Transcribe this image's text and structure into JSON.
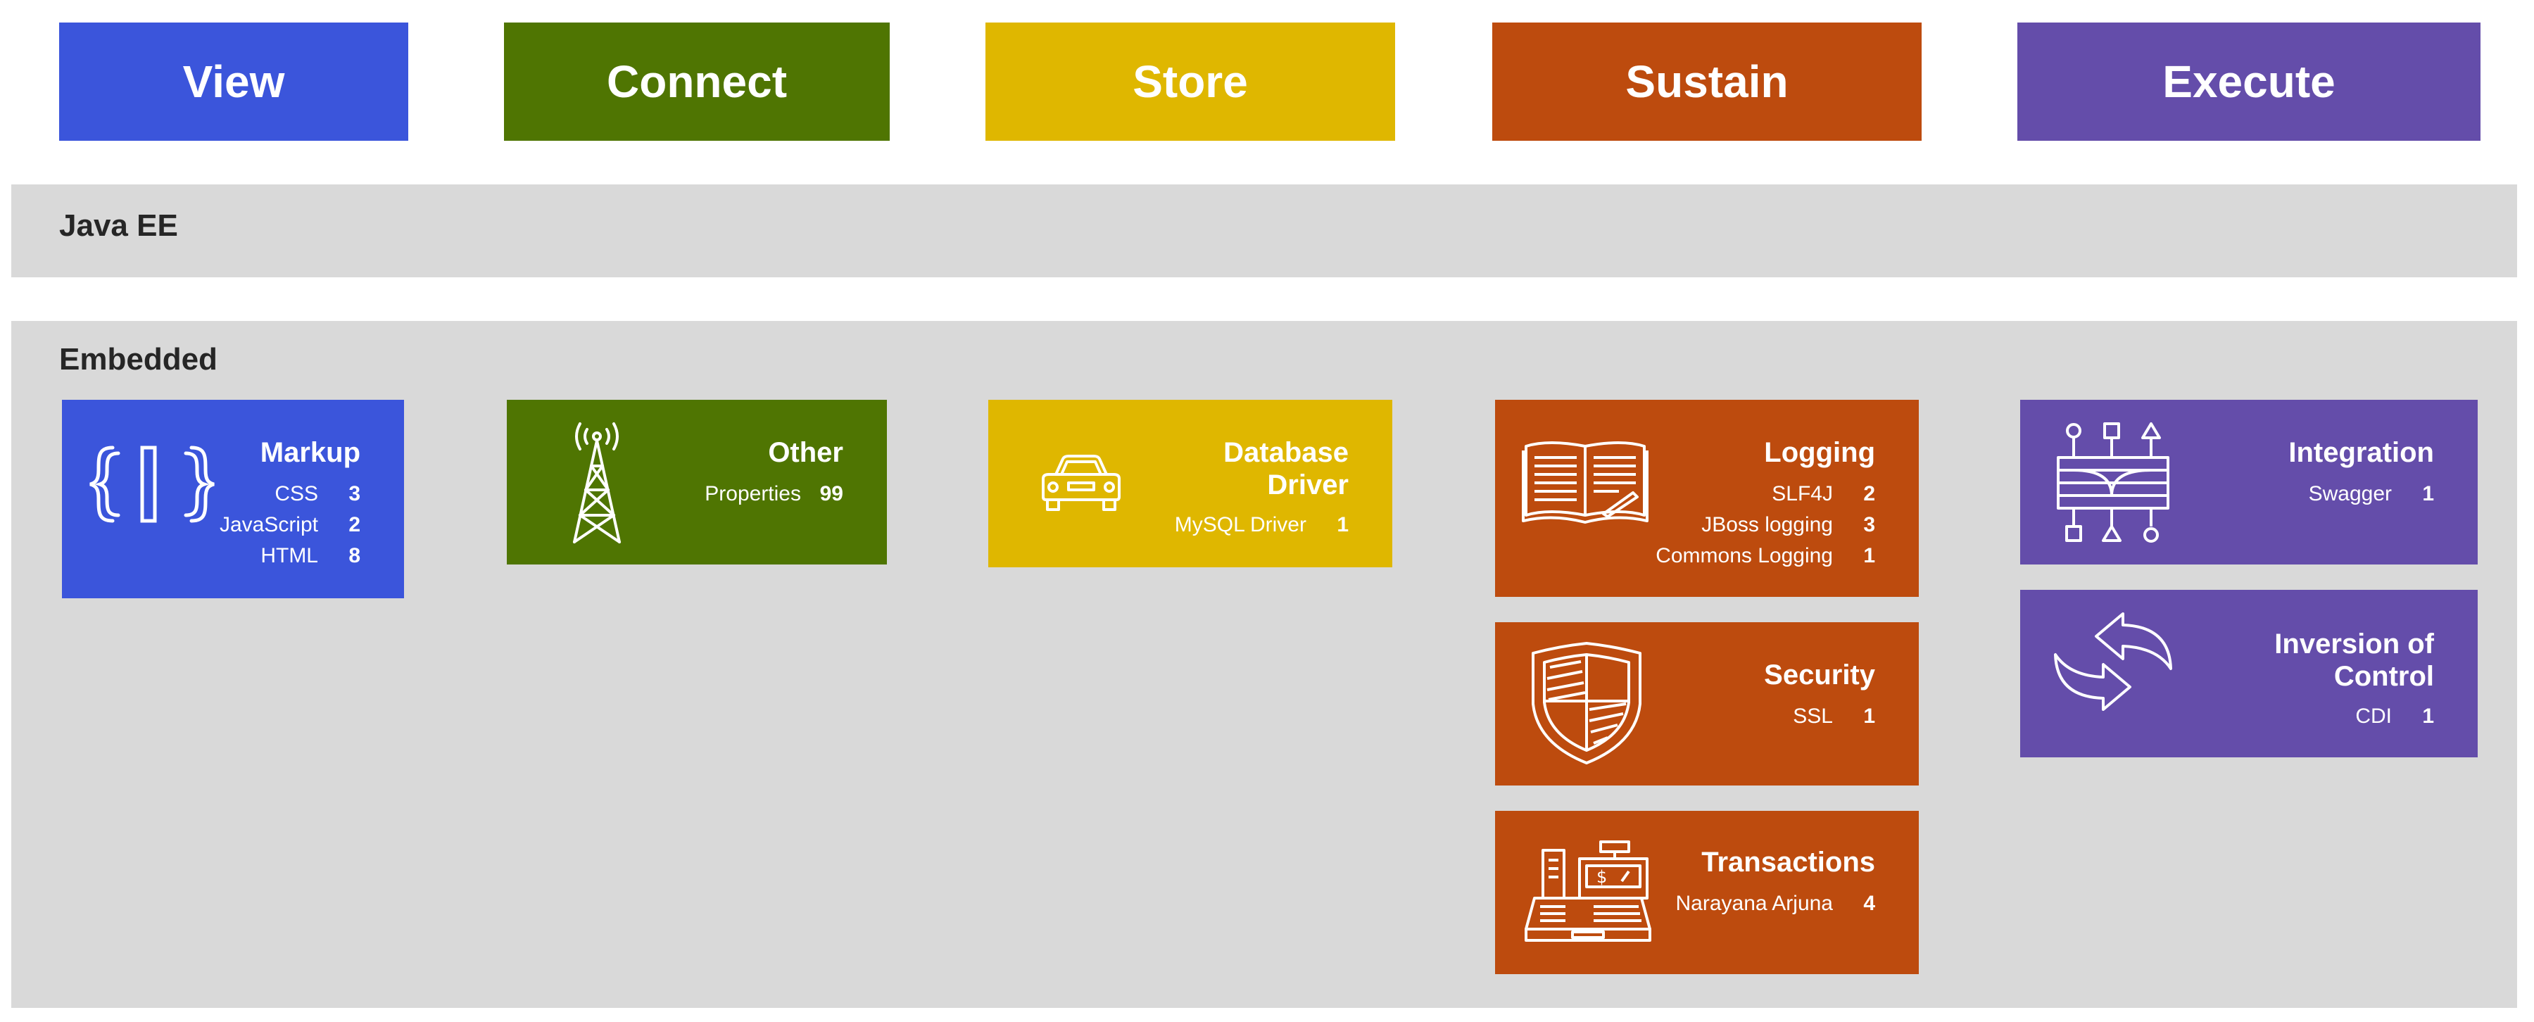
{
  "colors": {
    "view": "#3b55db",
    "connect": "#4f7502",
    "store": "#dfb700",
    "sustain": "#bd4b0e",
    "execute": "#644daa",
    "band": "#d9d9d9"
  },
  "categories": [
    "View",
    "Connect",
    "Store",
    "Sustain",
    "Execute"
  ],
  "bands": {
    "java_ee": "Java EE",
    "embedded": "Embedded"
  },
  "cards": {
    "markup": {
      "title": "Markup",
      "icon": "braces-code-icon",
      "items": [
        {
          "name": "CSS",
          "count": "3"
        },
        {
          "name": "JavaScript",
          "count": "2"
        },
        {
          "name": "HTML",
          "count": "8"
        }
      ]
    },
    "other": {
      "title": "Other",
      "icon": "radio-tower-icon",
      "items": [
        {
          "name": "Properties",
          "count": "99"
        }
      ]
    },
    "database": {
      "title_line1": "Database",
      "title_line2": "Driver",
      "icon": "car-icon",
      "items": [
        {
          "name": "MySQL Driver",
          "count": "1"
        }
      ]
    },
    "logging": {
      "title": "Logging",
      "icon": "open-book-icon",
      "items": [
        {
          "name": "SLF4J",
          "count": "2"
        },
        {
          "name": "JBoss logging",
          "count": "3"
        },
        {
          "name": "Commons Logging",
          "count": "1"
        }
      ]
    },
    "security": {
      "title": "Security",
      "icon": "shield-icon",
      "items": [
        {
          "name": "SSL",
          "count": "1"
        }
      ]
    },
    "transactions": {
      "title": "Transactions",
      "icon": "cash-register-icon",
      "items": [
        {
          "name": "Narayana Arjuna",
          "count": "4"
        }
      ]
    },
    "integration": {
      "title": "Integration",
      "icon": "integration-flow-icon",
      "items": [
        {
          "name": "Swagger",
          "count": "1"
        }
      ]
    },
    "ioc": {
      "title_line1": "Inversion of",
      "title_line2": "Control",
      "icon": "cycle-arrows-icon",
      "items": [
        {
          "name": "CDI",
          "count": "1"
        }
      ]
    }
  }
}
